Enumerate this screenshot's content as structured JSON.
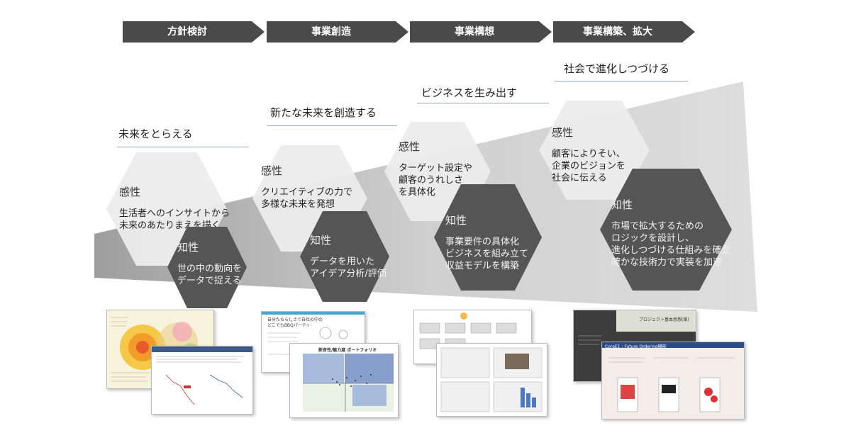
{
  "steps": [
    {
      "label": "方針検討"
    },
    {
      "label": "事業創造"
    },
    {
      "label": "事業構想"
    },
    {
      "label": "事業構築、拡大"
    }
  ],
  "phases": [
    {
      "title": "未来をとらえる"
    },
    {
      "title": "新たな未来を創造する"
    },
    {
      "title": "ビジネスを生み出す"
    },
    {
      "title": "社会で進化しつづける"
    }
  ],
  "hexes": [
    {
      "type": "kansei",
      "title": "感性",
      "lines": [
        "生活者へのインサイトから",
        "未来のあたりまえを描く"
      ]
    },
    {
      "type": "chisei",
      "title": "知性",
      "lines": [
        "世の中の動向を",
        "データで捉える"
      ]
    },
    {
      "type": "kansei",
      "title": "感性",
      "lines": [
        "クリエイティブの力で",
        "多様な未来を発想"
      ]
    },
    {
      "type": "chisei",
      "title": "知性",
      "lines": [
        "データを用いた",
        "アイデア分析/評価"
      ]
    },
    {
      "type": "kansei",
      "title": "感性",
      "lines": [
        "ターゲット設定や",
        "顧客のうれしさ",
        "を具体化"
      ]
    },
    {
      "type": "chisei",
      "title": "知性",
      "lines": [
        "事業要件の具体化",
        "ビジネスを組み立て",
        "収益モデルを構築"
      ]
    },
    {
      "type": "kansei",
      "title": "感性",
      "lines": [
        "顧客によりそい、",
        "企業のビジョンを",
        "社会に伝える"
      ]
    },
    {
      "type": "chisei",
      "title": "知性",
      "lines": [
        "市場で拡大するための",
        "ロジックを設計し、",
        "進化しつづける仕組みを確立",
        "確かな技術力で実装を加速"
      ]
    }
  ],
  "shots": {
    "s2_title": "新奇性/魅力度 ポートフォリオ",
    "s2_doc_title": "自分たちらしさで自社の中の\nどこでもBBQパーティ",
    "s4_title": "プロジェクト基本思想(案)",
    "s4_sub": "CoreE1 : Future Ordering機能"
  },
  "colors": {
    "arrow": "#4a4a4a",
    "band": "#c9c9c9",
    "kansei": "#ececec",
    "chisei": "#555555"
  }
}
